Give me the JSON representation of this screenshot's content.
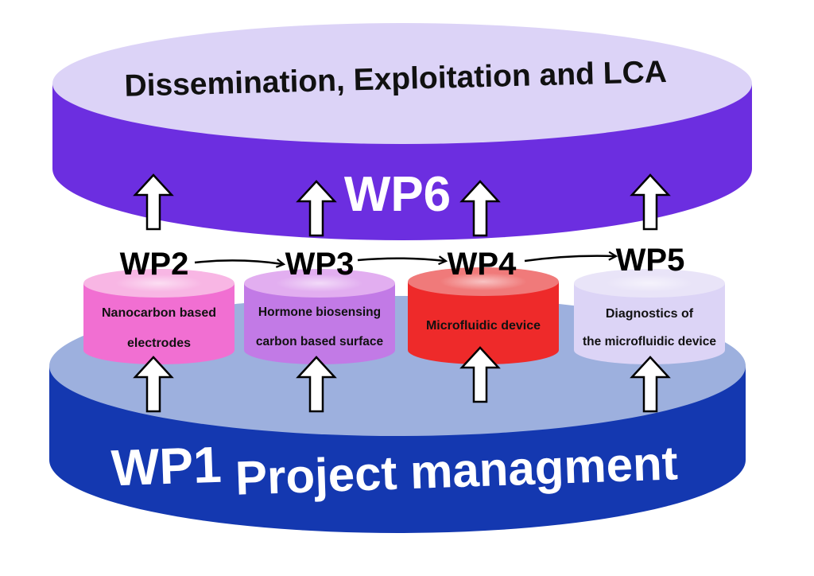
{
  "top_disk": {
    "title": "Dissemination, Exploitation and LCA",
    "label": "WP6",
    "top_color": "#dcd3f7",
    "side_color": "#6c2ee0"
  },
  "base_disk": {
    "wp_label": "WP1",
    "title": "Project managment",
    "top_color": "#9db0de",
    "side_color": "#1438b0"
  },
  "work_packages": [
    {
      "id": "WP2",
      "line1": "Nanocarbon based",
      "line2": "electrodes",
      "top_color": "#f8b6e4",
      "side_color": "#f16fd2",
      "text_color": "#111111"
    },
    {
      "id": "WP3",
      "line1": "Hormone biosensing",
      "line2": "carbon based surface",
      "top_color": "#e2aef0",
      "side_color": "#c27ae6",
      "text_color": "#111111"
    },
    {
      "id": "WP4",
      "line1": "Microfluidic device",
      "line2": "",
      "top_color": "#f07a7a",
      "side_color": "#ee2a2a",
      "text_color": "#111111"
    },
    {
      "id": "WP5",
      "line1": "Diagnostics of",
      "line2": "the microfluidic device",
      "top_color": "#e9e4f8",
      "side_color": "#dcd4f6",
      "text_color": "#111111"
    }
  ]
}
